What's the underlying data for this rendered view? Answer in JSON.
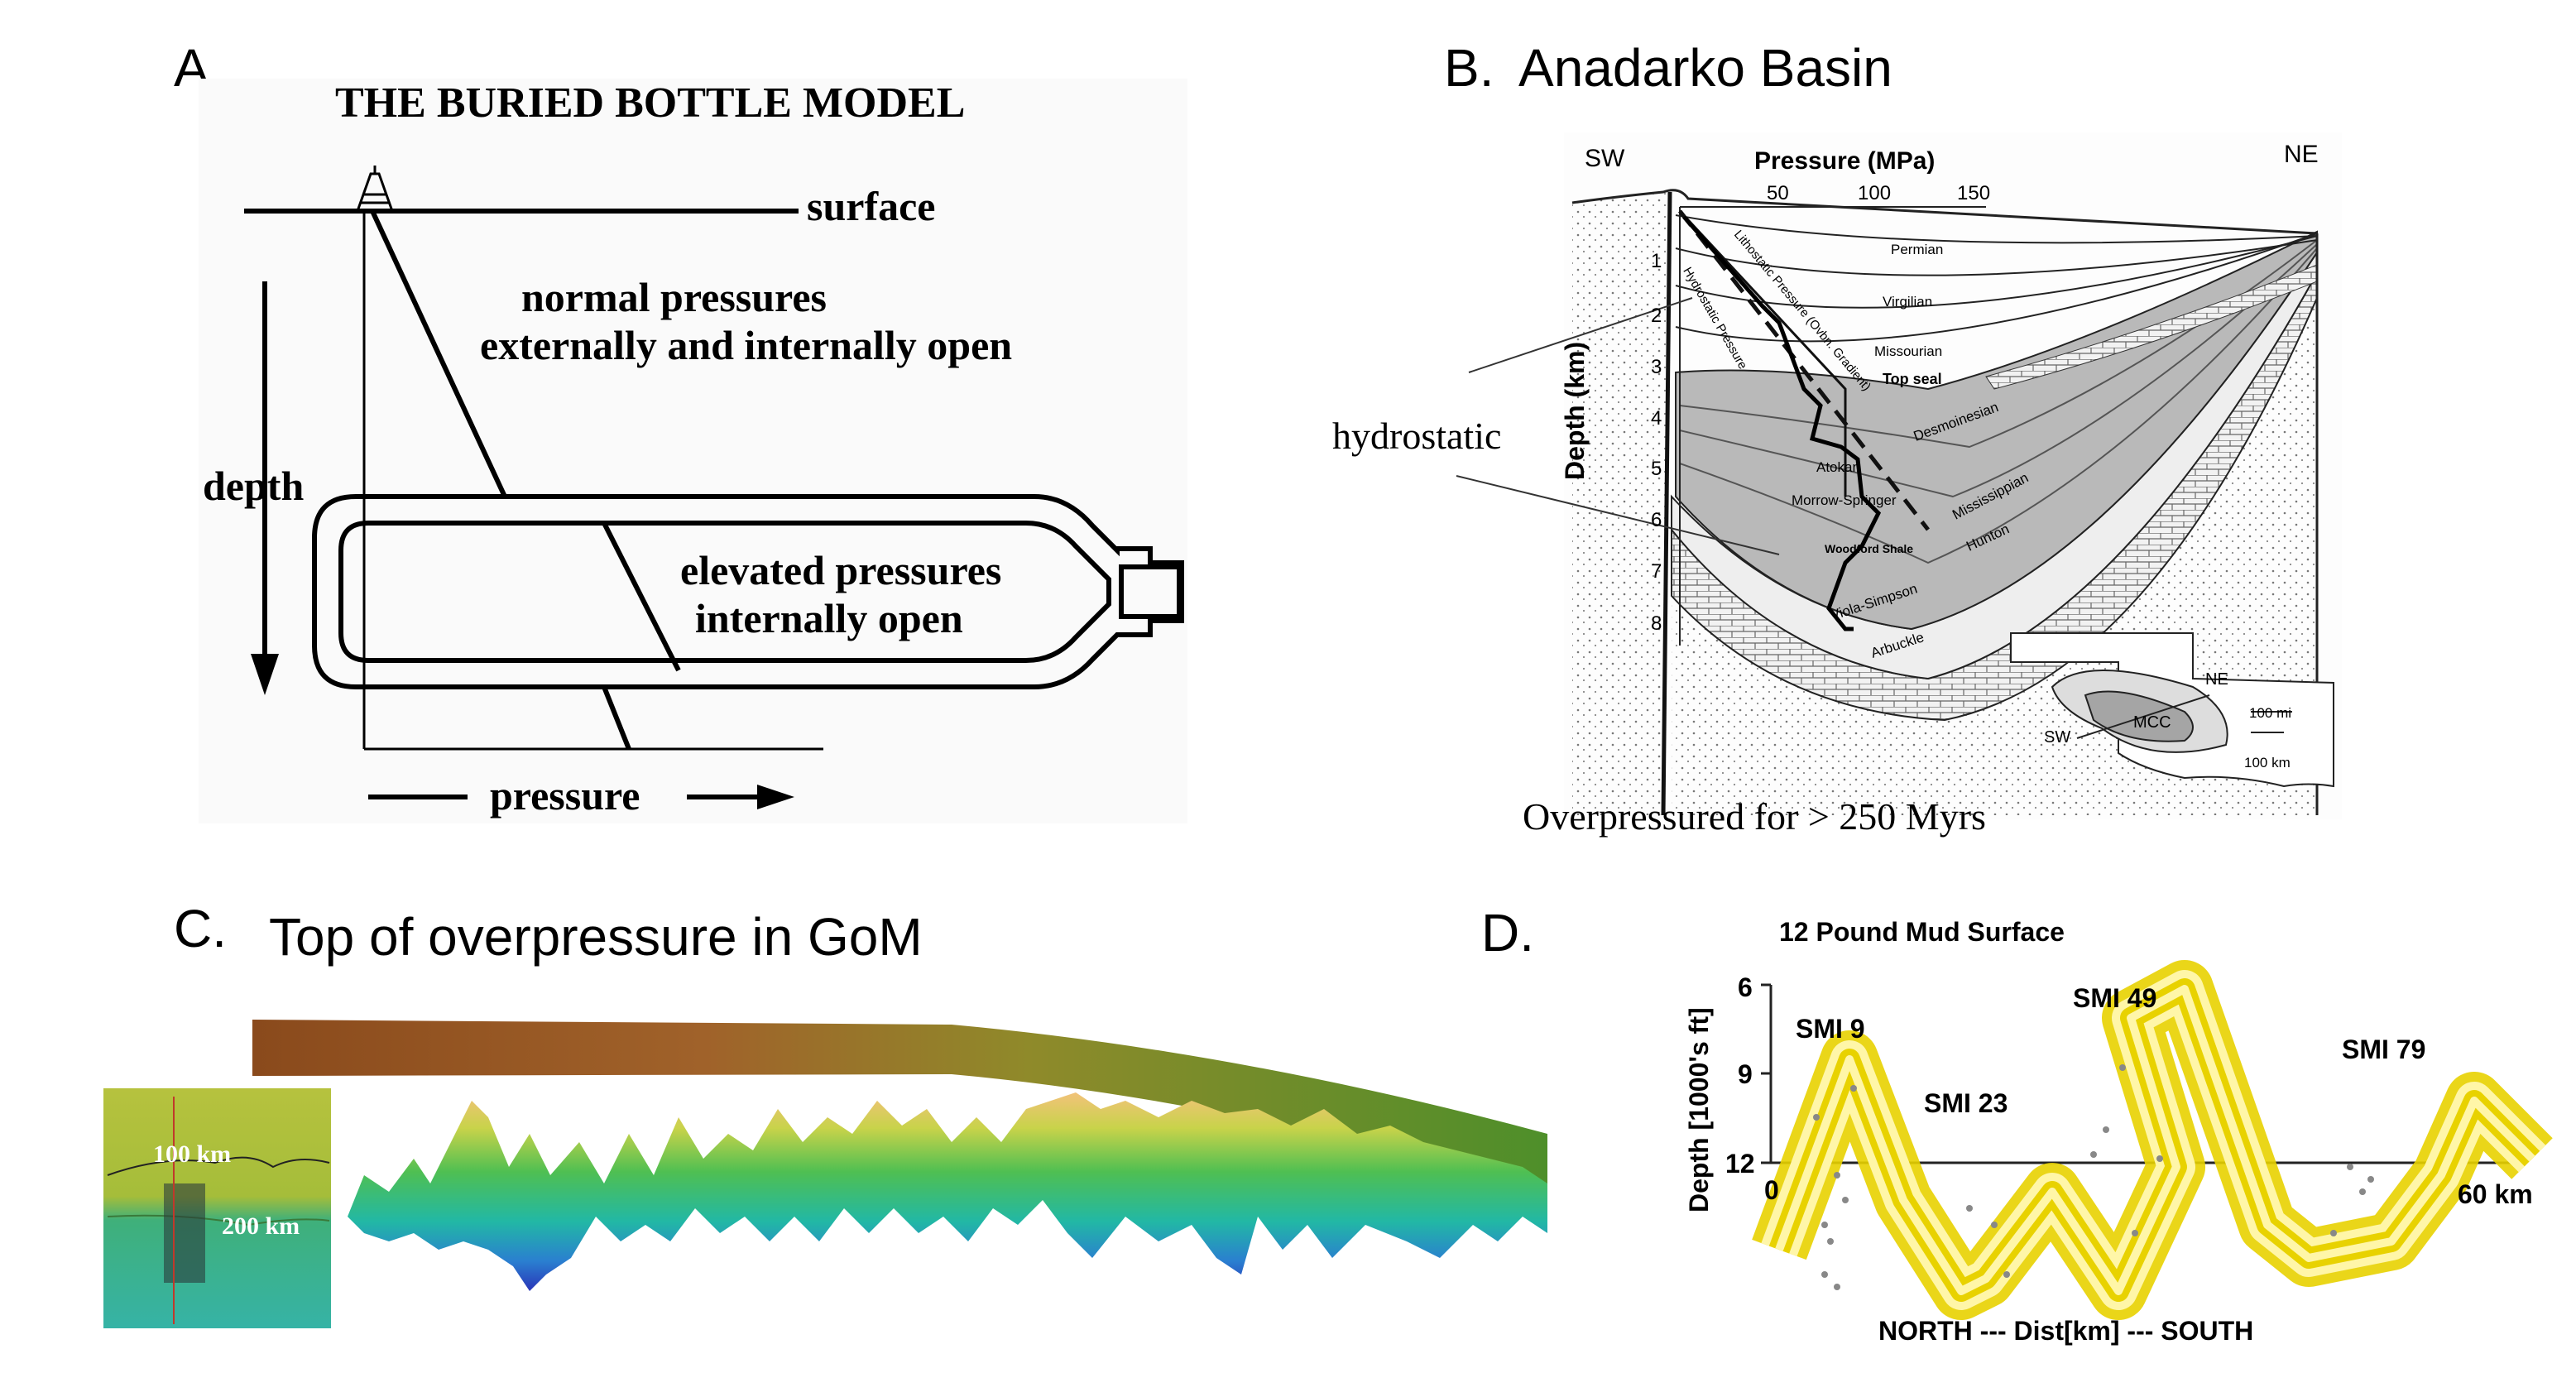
{
  "panelA": {
    "letter": "A.",
    "title": "THE BURIED BOTTLE MODEL",
    "surface": "surface",
    "normal_line1": "normal pressures",
    "normal_line2": "externally and internally open",
    "depth": "depth",
    "elevated_line1": "elevated pressures",
    "elevated_line2": "internally open",
    "pressure": "pressure"
  },
  "panelB": {
    "letter": "B.",
    "title": "Anadarko Basin",
    "sw": "SW",
    "ne": "NE",
    "pressure_axis": "Pressure (MPa)",
    "pressure_ticks": [
      "50",
      "100",
      "150"
    ],
    "depth_axis": "Depth (km)",
    "depth_ticks": [
      "1",
      "2",
      "3",
      "4",
      "5",
      "6",
      "7",
      "8"
    ],
    "units": [
      "Permian",
      "Virgilian",
      "Missourian",
      "Top seal",
      "Desmoinesian",
      "Atokan",
      "Morrow-Springer",
      "Mississippian",
      "Woodford Shale",
      "Hunton",
      "Viola-Simpson",
      "Arbuckle"
    ],
    "curve_labels": [
      "Hydrostatic Pressure",
      "Lithostatic Pressure (Ovbn. Gradient)"
    ],
    "hydrostatic": "hydrostatic",
    "inset": {
      "ne": "NE",
      "sw": "SW",
      "mcc": "MCC",
      "scale1": "100 mi",
      "scale2": "100 km"
    },
    "caption": "Overpressured for > 250 Myrs"
  },
  "panelC": {
    "letter": "C.",
    "title": "Top of overpressure in GoM",
    "label_100": "100 km",
    "label_200": "200 km"
  },
  "panelD": {
    "letter": "D.",
    "title": "12 Pound Mud Surface",
    "ylabel": "Depth [1000's ft]",
    "yticks": [
      "6",
      "9",
      "12"
    ],
    "x0": "0",
    "x60": "60 km",
    "wells": [
      "SMI 9",
      "SMI 23",
      "SMI 49",
      "SMI 79"
    ],
    "xlabel": "NORTH --- Dist[km] --- SOUTH"
  }
}
